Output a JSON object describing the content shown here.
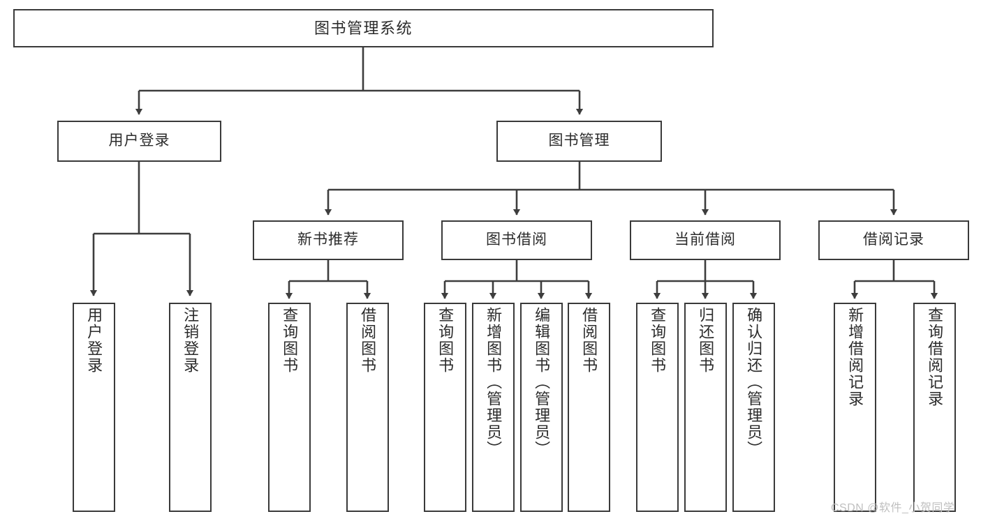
{
  "diagram": {
    "type": "tree",
    "title": "图书管理系统",
    "watermark": "CSDN @软件_小贺同学",
    "colors": {
      "box_border": "#3a3a3a",
      "box_fill": "#ffffff",
      "connector": "#3d3d3d",
      "text": "#2b2b2b",
      "watermark": "#bfbfbf"
    },
    "nodes": {
      "root": "图书管理系统",
      "level2": {
        "user_login": "用户登录",
        "book_manage": "图书管理"
      },
      "level3": {
        "new_book_rec": "新书推荐",
        "book_borrow": "图书借阅",
        "current_borrow": "当前借阅",
        "borrow_record": "借阅记录"
      },
      "leaves": {
        "user_login_1": "用户登录",
        "user_login_2": "注销登录",
        "new_book_rec_1": "查询图书",
        "new_book_rec_2": "借阅图书",
        "book_borrow_1": "查询图书",
        "book_borrow_2": "新增图书（管理员）",
        "book_borrow_3": "编辑图书（管理员）",
        "book_borrow_4": "借阅图书",
        "current_borrow_1": "查询图书",
        "current_borrow_2": "归还图书",
        "current_borrow_3": "确认归还（管理员）",
        "borrow_record_1": "新增借阅记录",
        "borrow_record_2": "查询借阅记录"
      }
    },
    "edges": [
      {
        "from": "root",
        "to": "user_login"
      },
      {
        "from": "root",
        "to": "book_manage"
      },
      {
        "from": "user_login",
        "to": "user_login_1"
      },
      {
        "from": "user_login",
        "to": "user_login_2"
      },
      {
        "from": "book_manage",
        "to": "new_book_rec"
      },
      {
        "from": "book_manage",
        "to": "book_borrow"
      },
      {
        "from": "book_manage",
        "to": "current_borrow"
      },
      {
        "from": "book_manage",
        "to": "borrow_record"
      },
      {
        "from": "new_book_rec",
        "to": "new_book_rec_1"
      },
      {
        "from": "new_book_rec",
        "to": "new_book_rec_2"
      },
      {
        "from": "book_borrow",
        "to": "book_borrow_1"
      },
      {
        "from": "book_borrow",
        "to": "book_borrow_2"
      },
      {
        "from": "book_borrow",
        "to": "book_borrow_3"
      },
      {
        "from": "book_borrow",
        "to": "book_borrow_4"
      },
      {
        "from": "current_borrow",
        "to": "current_borrow_1"
      },
      {
        "from": "current_borrow",
        "to": "current_borrow_2"
      },
      {
        "from": "current_borrow",
        "to": "current_borrow_3"
      },
      {
        "from": "borrow_record",
        "to": "borrow_record_1"
      },
      {
        "from": "borrow_record",
        "to": "borrow_record_2"
      }
    ]
  }
}
